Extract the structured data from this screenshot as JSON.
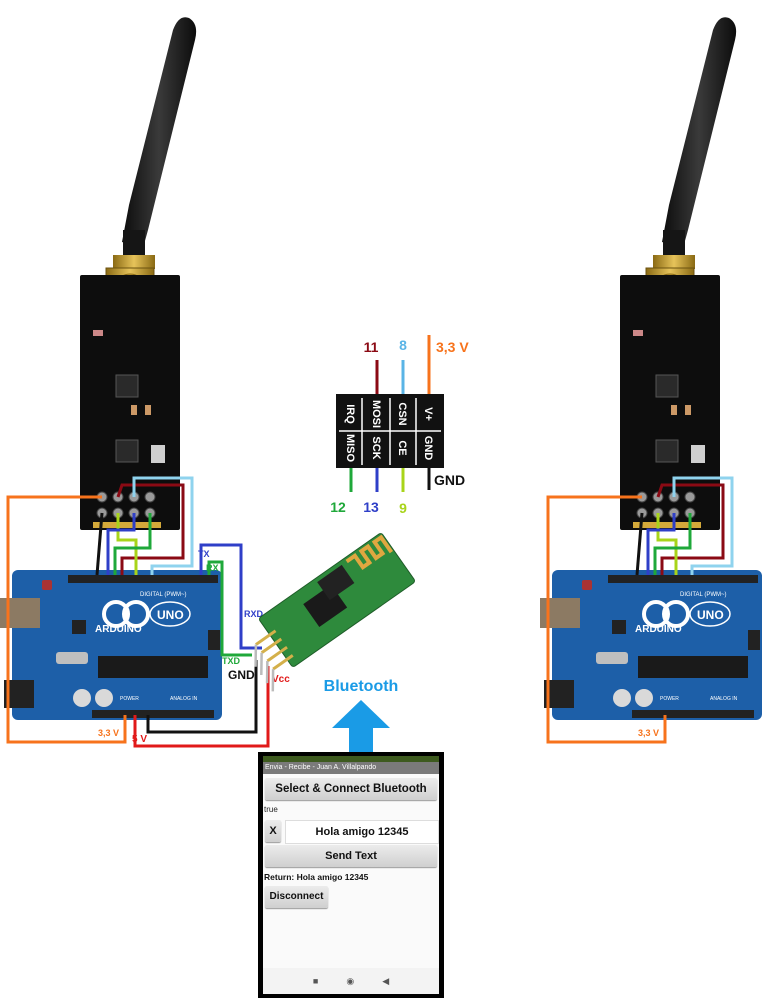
{
  "pinout": {
    "pins_top": [
      "IRQ",
      "MOSI",
      "CSN",
      "V+"
    ],
    "pins_bottom": [
      "MISO",
      "SCK",
      "CE",
      "GND"
    ],
    "labels": {
      "mosi": "11",
      "csn": "8",
      "vplus": "3,3 V",
      "miso": "12",
      "sck": "13",
      "ce": "9",
      "gnd": "GND"
    }
  },
  "bt_wiring": {
    "tx": "TX",
    "rx": "RX",
    "rxd": "RXD",
    "txd": "TXD",
    "gnd": "GND",
    "vcc": "Vcc"
  },
  "power_labels": {
    "left_33": "3,3 V",
    "left_5": "5 V",
    "right_33": "3,3 V"
  },
  "bluetooth_label": "Bluetooth",
  "arduino_labels": {
    "brand": "ARDUINO",
    "model": "UNO",
    "digital": "DIGITAL (PWM~)",
    "power": "POWER",
    "analog": "ANALOG IN"
  },
  "phone": {
    "title": "Envia - Recibe - Juan A. Villalpando",
    "connect_button": "Select & Connect Bluetooth",
    "status": "true",
    "clear_button": "X",
    "text_value": "Hola amigo 12345",
    "send_button": "Send Text",
    "return_text": "Return: Hola amigo 12345",
    "disconnect_button": "Disconnect",
    "nav_icons": [
      "square-icon",
      "circle-icon",
      "back-triangle-icon"
    ]
  },
  "colors": {
    "orange": "#f7731c",
    "darkred": "#8b0a14",
    "lightblue": "#5ab4e6",
    "cyan": "#8fd3ee",
    "blue": "#2f3fc8",
    "green": "#1fa83a",
    "lime": "#a8d41a",
    "black": "#111111",
    "red": "#e11a1a",
    "bt_blue": "#1a9be6",
    "arduino_blue": "#1d5fa8"
  }
}
